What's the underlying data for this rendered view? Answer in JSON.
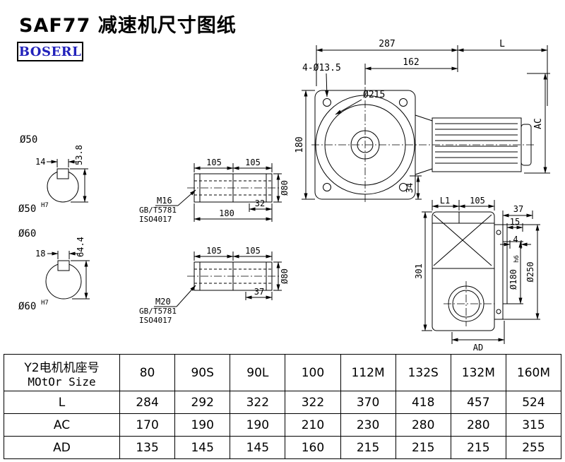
{
  "page": {
    "title": "SAF77 减速机尺寸图纸",
    "logo": "BOSERL"
  },
  "front_view": {
    "dim_width": "287",
    "dim_motor_length": "L",
    "dim_162": "162",
    "bolt_holes": "4-Ø13.5",
    "flange_dia": "Ø215",
    "dim_height": "180",
    "dim_34": "34",
    "dim_ac": "AC"
  },
  "solid_shaft_50": {
    "dia": "Ø50",
    "key_width": "14",
    "overall": "53.8",
    "fit_dia": "Ø50",
    "fit_tol": "H7"
  },
  "solid_shaft_60": {
    "dia": "Ø60",
    "key_width": "18",
    "overall": "64.4",
    "fit_dia": "Ø60",
    "fit_tol": "H7"
  },
  "hollow_shaft_top": {
    "len_a": "105",
    "len_b": "105",
    "thread": "M16",
    "std_gb": "GB/T5781",
    "std_iso": "ISO4017",
    "dim_32": "32",
    "dim_180": "180",
    "dia": "Ø80"
  },
  "hollow_shaft_bottom": {
    "len_a": "105",
    "len_b": "105",
    "thread": "M20",
    "std_gb": "GB/T5781",
    "std_iso": "ISO4017",
    "dim_37": "37",
    "dia": "Ø80"
  },
  "side_view": {
    "dim_l1": "L1",
    "dim_105": "105",
    "dim_37": "37",
    "dim_15": "15",
    "dim_4": "4",
    "dim_301": "301",
    "spigot_dia": "Ø180",
    "spigot_tol": "h6",
    "flange_dia": "Ø250",
    "dim_ad": "AD"
  },
  "table": {
    "header": {
      "line1": "Y2电机机座号",
      "line2": "MOtOr Size"
    },
    "sizes": [
      "80",
      "90S",
      "90L",
      "100",
      "112M",
      "132S",
      "132M",
      "160M"
    ],
    "rows": [
      {
        "label": "L",
        "values": [
          "284",
          "292",
          "322",
          "322",
          "370",
          "418",
          "457",
          "524"
        ]
      },
      {
        "label": "AC",
        "values": [
          "170",
          "190",
          "190",
          "210",
          "230",
          "280",
          "280",
          "315"
        ]
      },
      {
        "label": "AD",
        "values": [
          "135",
          "145",
          "145",
          "160",
          "215",
          "215",
          "215",
          "255"
        ]
      }
    ]
  }
}
